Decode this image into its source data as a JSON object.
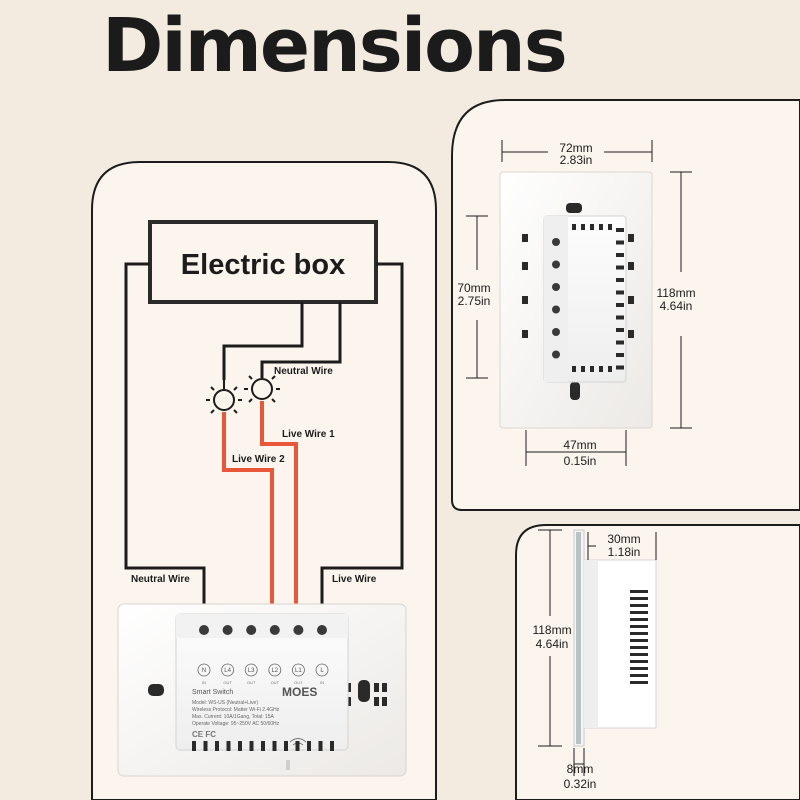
{
  "title": "Dimensions",
  "wiring": {
    "box_label": "Electric box",
    "neutral_wire_top": "Neutral Wire",
    "live_wire_1": "Live Wire 1",
    "live_wire_2": "Live Wire 2",
    "neutral_wire_bottom": "Neutral Wire",
    "live_wire_bottom": "Live Wire"
  },
  "device": {
    "terminals": [
      {
        "label": "N",
        "sub": "IN"
      },
      {
        "label": "L4",
        "sub": "OUT"
      },
      {
        "label": "L3",
        "sub": "OUT"
      },
      {
        "label": "L2",
        "sub": "OUT"
      },
      {
        "label": "L1",
        "sub": "OUT"
      },
      {
        "label": "L",
        "sub": "IN"
      }
    ],
    "brand": "MOES",
    "product": "Smart Switch",
    "spec_lines": [
      "Model: WS-US (Neutral+Live)",
      "Wireless Protocol: Matter Wi-Fi 2.4GHz",
      "Max. Current: 10A/1Gang, Total: 15A",
      "Operate Voltage: 95~250V AC 50/60Hz"
    ],
    "cert_marks": "CE  FC"
  },
  "dimensions": {
    "width_mm": "72mm",
    "width_in": "2.83in",
    "module_height_mm": "70mm",
    "module_height_in": "2.75in",
    "height_mm": "118mm",
    "height_in": "4.64in",
    "module_width_mm": "47mm",
    "module_width_in": "0.15in",
    "depth_mm": "30mm",
    "depth_in": "1.18in",
    "side_height_mm": "118mm",
    "side_height_in": "4.64in",
    "plate_mm": "8mm",
    "plate_in": "0.32in"
  },
  "colors": {
    "background": "#f4ebe0",
    "panel": "#fbf5ee",
    "panel_border": "#1c1c1c",
    "wire": "#1c1c1c",
    "live_wire": "#e8573a"
  }
}
